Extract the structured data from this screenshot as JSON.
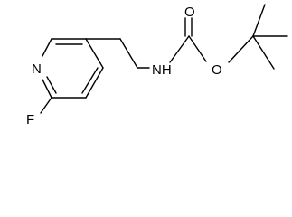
{
  "molecule": {
    "atoms": {
      "ring_nitrogen": "N",
      "fluorine": "F",
      "amide_nh": "NH",
      "carbonyl_oxygen": "O",
      "ester_oxygen": "O"
    }
  }
}
